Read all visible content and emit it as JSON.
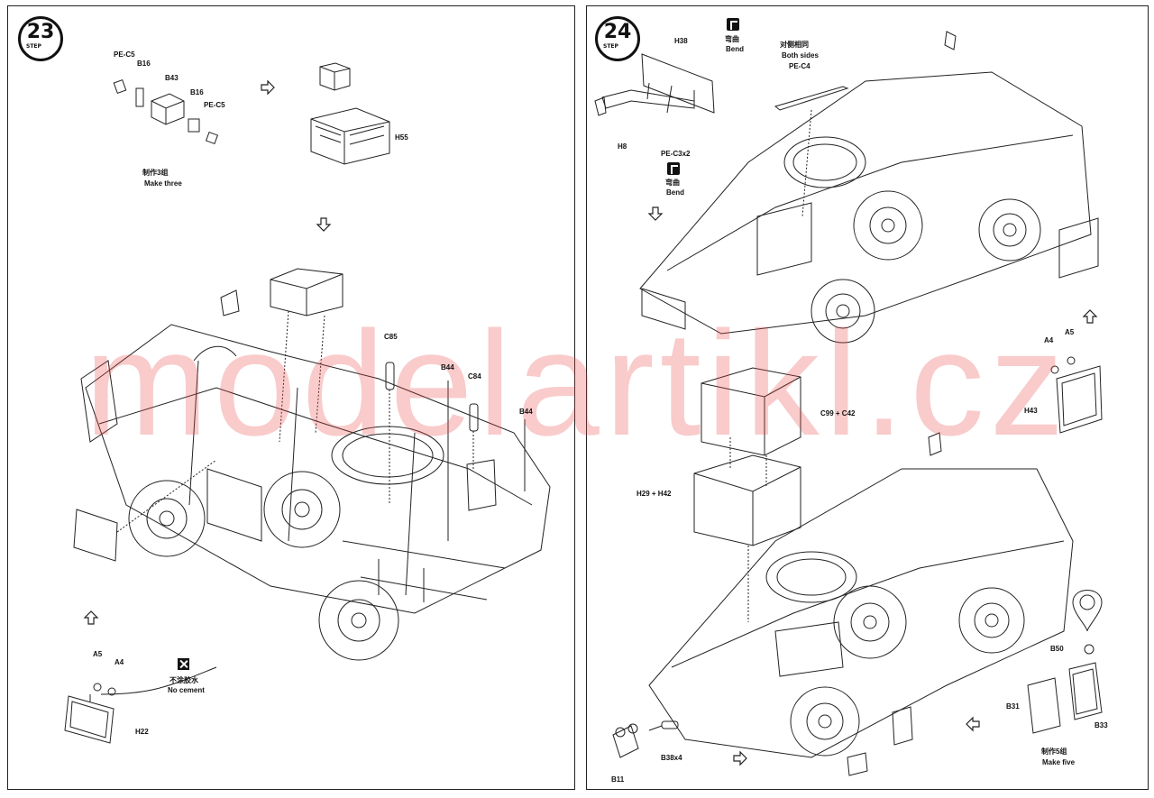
{
  "watermark": "modelartikl.cz",
  "step23": {
    "number": "23",
    "step_word": "STEP",
    "labels": {
      "pe_c5_top": "PE-C5",
      "b16_left": "B16",
      "b43": "B43",
      "b16_right": "B16",
      "pe_c5_right": "PE-C5",
      "make_three_cn": "制作3组",
      "make_three_en": "Make three",
      "h55": "H55",
      "c85": "C85",
      "b44_left": "B44",
      "c84": "C84",
      "b44_right": "B44",
      "a5": "A5",
      "a4": "A4",
      "no_cement_cn": "不涂胶水",
      "no_cement_en": "No cement",
      "h22": "H22"
    }
  },
  "step24": {
    "number": "24",
    "step_word": "STEP",
    "labels": {
      "h38": "H38",
      "bend1_cn": "弯曲",
      "bend1_en": "Bend",
      "both_sides_cn": "对侧相同",
      "both_sides_en": "Both sides",
      "pe_c4": "PE-C4",
      "h8": "H8",
      "pe_c3x2": "PE-C3x2",
      "bend2_cn": "弯曲",
      "bend2_en": "Bend",
      "a4": "A4",
      "a5": "A5",
      "h43": "H43",
      "c99_c42": "C99 + C42",
      "h29_h42": "H29 + H42",
      "b50": "B50",
      "b31": "B31",
      "b33": "B33",
      "b11": "B11",
      "b38x4": "B38x4",
      "make_five_cn": "制作5组",
      "make_five_en": "Make five"
    }
  },
  "icons": {
    "arrow": "hollow-arrow-icon",
    "bend": "bend-icon",
    "no_cement": "no-cement-icon",
    "detail": "detail-pin-icon"
  }
}
